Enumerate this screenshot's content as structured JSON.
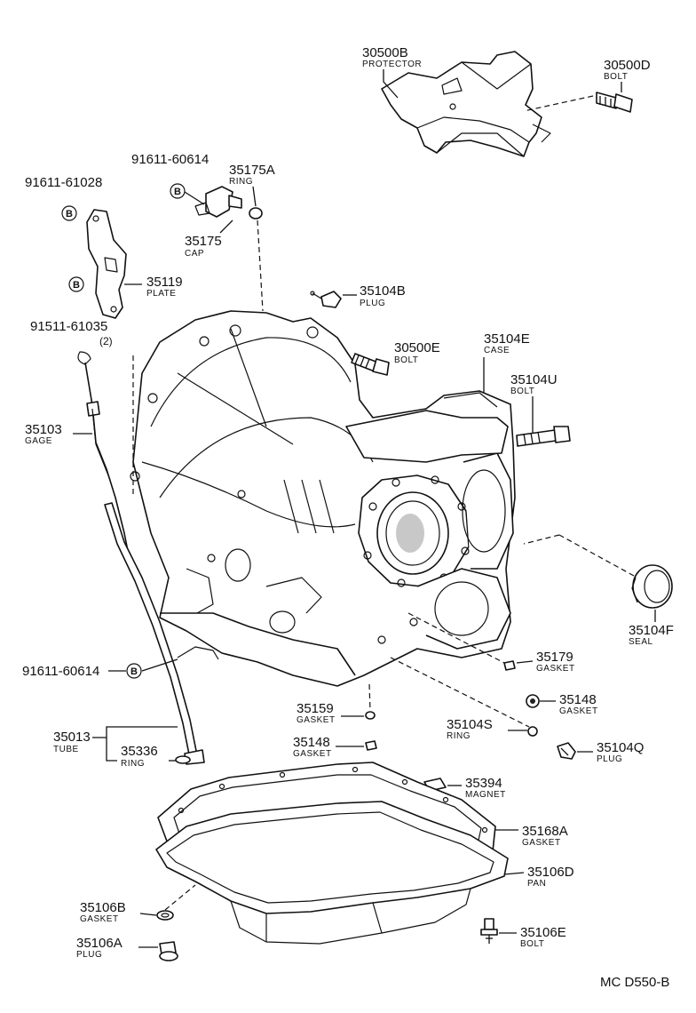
{
  "diagram_code": "MC  D550-B",
  "circle_b_symbol": "B",
  "callouts": {
    "c30500B": {
      "number": "30500B",
      "name": "PROTECTOR"
    },
    "c30500D": {
      "number": "30500D",
      "name": "BOLT"
    },
    "c91611_60614_top": {
      "number": "91611-60614"
    },
    "c35175A": {
      "number": "35175A",
      "name": "RING"
    },
    "c91611_61028": {
      "number": "91611-61028"
    },
    "c35175": {
      "number": "35175",
      "name": "CAP"
    },
    "c35119": {
      "number": "35119",
      "name": "PLATE"
    },
    "c91511_61035": {
      "number": "91511-61035",
      "qty": "(2)"
    },
    "c35104B": {
      "number": "35104B",
      "name": "PLUG"
    },
    "c30500E": {
      "number": "30500E",
      "name": "BOLT"
    },
    "c35104E": {
      "number": "35104E",
      "name": "CASE"
    },
    "c35104U": {
      "number": "35104U",
      "name": "BOLT"
    },
    "c35103": {
      "number": "35103",
      "name": "GAGE"
    },
    "c35104F": {
      "number": "35104F",
      "name": "SEAL"
    },
    "c35179": {
      "number": "35179",
      "name": "GASKET"
    },
    "c91611_60614_bot": {
      "number": "91611-60614"
    },
    "c35148_right": {
      "number": "35148",
      "name": "GASKET"
    },
    "c35159": {
      "number": "35159",
      "name": "GASKET"
    },
    "c35104S": {
      "number": "35104S",
      "name": "RING"
    },
    "c35013": {
      "number": "35013",
      "name": "TUBE"
    },
    "c35148_center": {
      "number": "35148",
      "name": "GASKET"
    },
    "c35104Q": {
      "number": "35104Q",
      "name": "PLUG"
    },
    "c35336": {
      "number": "35336",
      "name": "RING"
    },
    "c35394": {
      "number": "35394",
      "name": "MAGNET"
    },
    "c35168A": {
      "number": "35168A",
      "name": "GASKET"
    },
    "c35106D": {
      "number": "35106D",
      "name": "PAN"
    },
    "c35106B": {
      "number": "35106B",
      "name": "GASKET"
    },
    "c35106A": {
      "number": "35106A",
      "name": "PLUG"
    },
    "c35106E": {
      "number": "35106E",
      "name": "BOLT"
    }
  }
}
